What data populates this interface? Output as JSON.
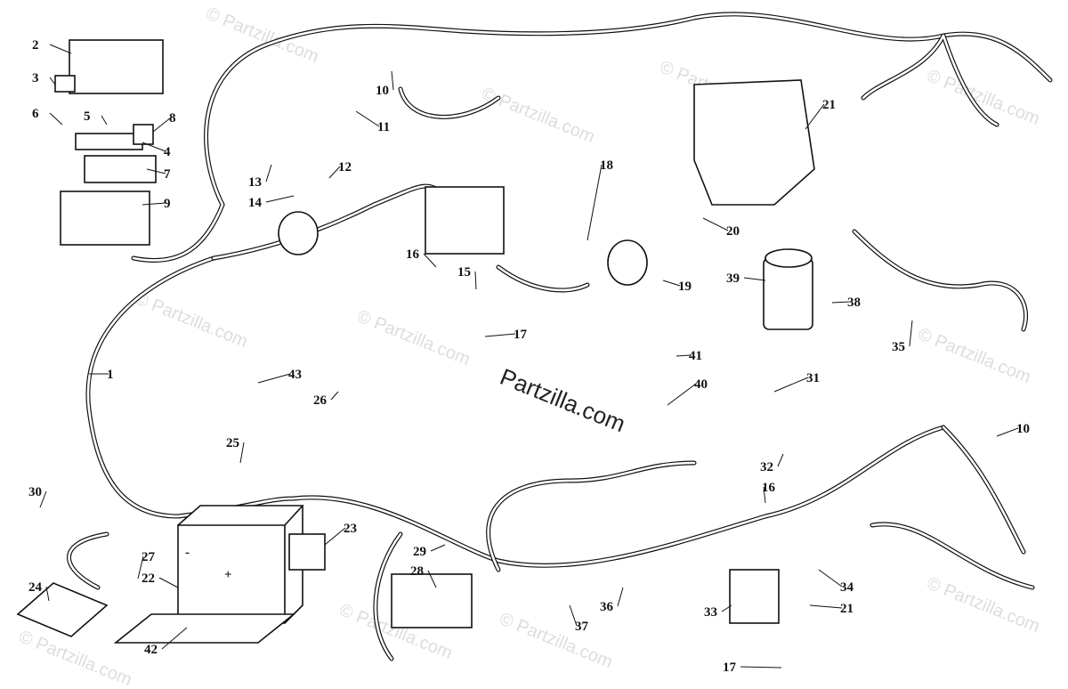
{
  "diagram": {
    "watermark": "© Partzilla.com",
    "watermark_center": "Partzilla.com",
    "battery_terminals": {
      "negative": "-",
      "positive": "+"
    },
    "callouts": [
      "2",
      "3",
      "6",
      "5",
      "8",
      "4",
      "7",
      "9",
      "10",
      "11",
      "12",
      "13",
      "14",
      "18",
      "21",
      "20",
      "19",
      "16",
      "15",
      "17",
      "39",
      "38",
      "35",
      "41",
      "31",
      "40",
      "10",
      "32",
      "16",
      "34",
      "21",
      "33",
      "17",
      "36",
      "37",
      "29",
      "28",
      "23",
      "27",
      "22",
      "24",
      "42",
      "30",
      "1",
      "43",
      "26",
      "25"
    ]
  }
}
